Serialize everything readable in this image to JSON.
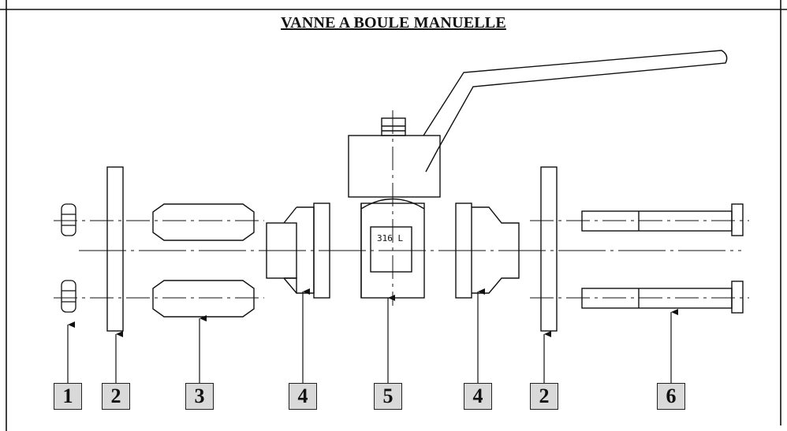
{
  "title": "VANNE A BOULE MANUELLE",
  "material_stamp": "316 L",
  "part_labels": [
    {
      "id": "label-1",
      "text": "1"
    },
    {
      "id": "label-2a",
      "text": "2"
    },
    {
      "id": "label-3",
      "text": "3"
    },
    {
      "id": "label-4a",
      "text": "4"
    },
    {
      "id": "label-5",
      "text": "5"
    },
    {
      "id": "label-4b",
      "text": "4"
    },
    {
      "id": "label-2b",
      "text": "2"
    },
    {
      "id": "label-6",
      "text": "6"
    }
  ],
  "colors": {
    "line": "#111111",
    "label_fill": "#d9d9d9"
  }
}
